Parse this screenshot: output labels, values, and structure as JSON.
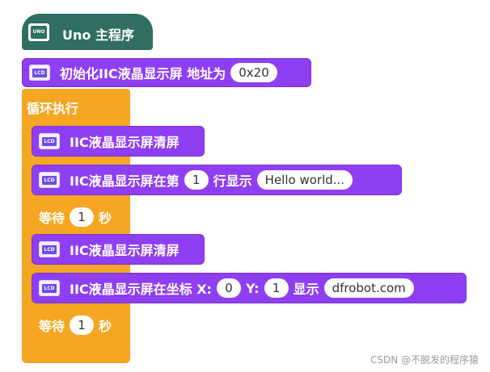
{
  "hat": {
    "label": "Uno 主程序",
    "board_icon_text": "UNO"
  },
  "init_block": {
    "label": "初始化IIC液晶显示屏 地址为",
    "address": "0x20"
  },
  "loop": {
    "label": "循环执行"
  },
  "blocks": [
    {
      "label": "IIC液晶显示屏清屏"
    },
    {
      "label_a": "IIC液晶显示屏在第",
      "row": "1",
      "label_b": "行显示",
      "text": "Hello world..."
    },
    {
      "label_a": "等待",
      "value": "1",
      "label_b": "秒"
    },
    {
      "label": "IIC液晶显示屏清屏"
    },
    {
      "label_a": "IIC液晶显示屏在坐标 X:",
      "x": "0",
      "label_y": "Y:",
      "y": "1",
      "label_b": "显示",
      "text": "dfrobot.com"
    },
    {
      "label_a": "等待",
      "value": "1",
      "label_b": "秒"
    }
  ],
  "lcd_icon_text": "LCD",
  "watermark": "CSDN @不脱发的程序猿",
  "colors": {
    "hat": "#2f6e61",
    "lcd_block": "#8f3ff2",
    "control_block": "#f5a623"
  }
}
